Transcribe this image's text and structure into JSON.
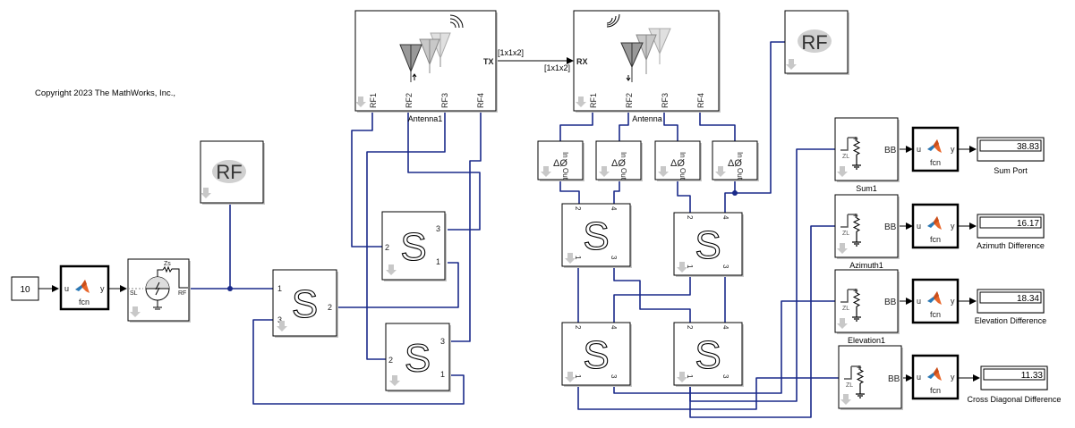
{
  "copyright": "Copyright 2023 The MathWorks, Inc.,",
  "colors": {
    "rf_wire": "#1a2a8a",
    "signal_wire": "#000000",
    "rf_badge": "#d0d0d0",
    "matlab_orange": "#e8662a",
    "matlab_blue": "#2a7ab8"
  },
  "source": {
    "constant_value": "10"
  },
  "fcn_blocks": [
    {
      "in_port": "u",
      "out_port": "y",
      "label": "fcn"
    },
    {
      "in_port": "u",
      "out_port": "y",
      "label": "fcn"
    },
    {
      "in_port": "u",
      "out_port": "y",
      "label": "fcn"
    },
    {
      "in_port": "u",
      "out_port": "y",
      "label": "fcn"
    },
    {
      "in_port": "u",
      "out_port": "y",
      "label": "fcn"
    }
  ],
  "source_block": {
    "in_port": "SL",
    "out_port": "RF",
    "impedance_label": "Zs"
  },
  "rf_config_blocks": [
    {
      "label": "RF"
    },
    {
      "label": "RF"
    }
  ],
  "tx_antenna": {
    "name": "Antenna1",
    "out_port": "TX",
    "ports": [
      "RF1",
      "RF2",
      "RF3",
      "RF4"
    ]
  },
  "rx_antenna": {
    "name": "Antenna",
    "in_port": "RX",
    "ports": [
      "RF1",
      "RF2",
      "RF3",
      "RF4"
    ]
  },
  "signal_dims": {
    "tx_out": "[1x1x2]",
    "rx_in": "[1x1x2]"
  },
  "phase_shifters": [
    {
      "in_port": "In",
      "out_port": "Out",
      "symbol": "ΔØ"
    },
    {
      "in_port": "In",
      "out_port": "Out",
      "symbol": "ΔØ"
    },
    {
      "in_port": "In",
      "out_port": "Out",
      "symbol": "ΔØ"
    },
    {
      "in_port": "In",
      "out_port": "Out",
      "symbol": "ΔØ"
    }
  ],
  "s_param_blocks": {
    "symbol": "S",
    "tx_side": [
      {
        "ports": [
          "1",
          "2",
          "3"
        ]
      },
      {
        "ports": [
          "3",
          "2",
          "1"
        ]
      },
      {
        "ports": [
          "3",
          "2",
          "1"
        ]
      }
    ],
    "rx_side": [
      {
        "ports": [
          "2",
          "4",
          "1",
          "3"
        ]
      },
      {
        "ports": [
          "2",
          "4",
          "1",
          "3"
        ]
      },
      {
        "ports": [
          "2",
          "4",
          "1",
          "3"
        ]
      },
      {
        "ports": [
          "2",
          "4",
          "1",
          "3"
        ]
      }
    ]
  },
  "receivers": [
    {
      "name": "Sum1",
      "out_port": "BB",
      "load_label": "ZL",
      "display_value": "38.83",
      "display_name": "Sum Port"
    },
    {
      "name": "Azimuth1",
      "out_port": "BB",
      "load_label": "ZL",
      "display_value": "16.17",
      "display_name": "Azimuth Difference"
    },
    {
      "name": "Elevation1",
      "out_port": "BB",
      "load_label": "ZL",
      "display_value": "18.34",
      "display_name": "Elevation Difference"
    },
    {
      "name": "",
      "out_port": "BB",
      "load_label": "ZL",
      "display_value": "11.33",
      "display_name": "Cross Diagonal Difference"
    }
  ]
}
